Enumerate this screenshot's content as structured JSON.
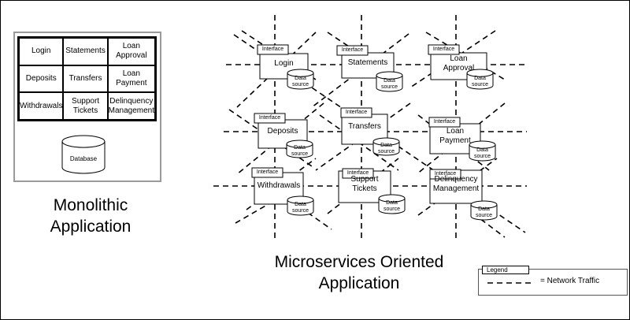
{
  "monolith": {
    "title": "Monolithic\nApplication",
    "cells": [
      "Login",
      "Statements",
      "Loan\nApproval",
      "Deposits",
      "Transfers",
      "Loan\nPayment",
      "Withdrawals",
      "Support\nTickets",
      "Delinquency\nManagement"
    ],
    "database_label": "Database"
  },
  "microservices": {
    "title": "Microservices Oriented\nApplication",
    "interface_label": "Interface",
    "datasource_label": "Data\nsource",
    "services": [
      {
        "id": "login",
        "name": "Login"
      },
      {
        "id": "statements",
        "name": "Statements"
      },
      {
        "id": "loan-approval",
        "name": "Loan\nApproval"
      },
      {
        "id": "deposits",
        "name": "Deposits"
      },
      {
        "id": "transfers",
        "name": "Transfers"
      },
      {
        "id": "loan-payment",
        "name": "Loan\nPayment"
      },
      {
        "id": "withdrawals",
        "name": "Withdrawals"
      },
      {
        "id": "support-tickets",
        "name": "Support\nTickets"
      },
      {
        "id": "delinquency-management",
        "name": "Delinquency\nManagement"
      }
    ]
  },
  "legend": {
    "title": "Legend",
    "network_traffic": "= Network Traffic"
  }
}
